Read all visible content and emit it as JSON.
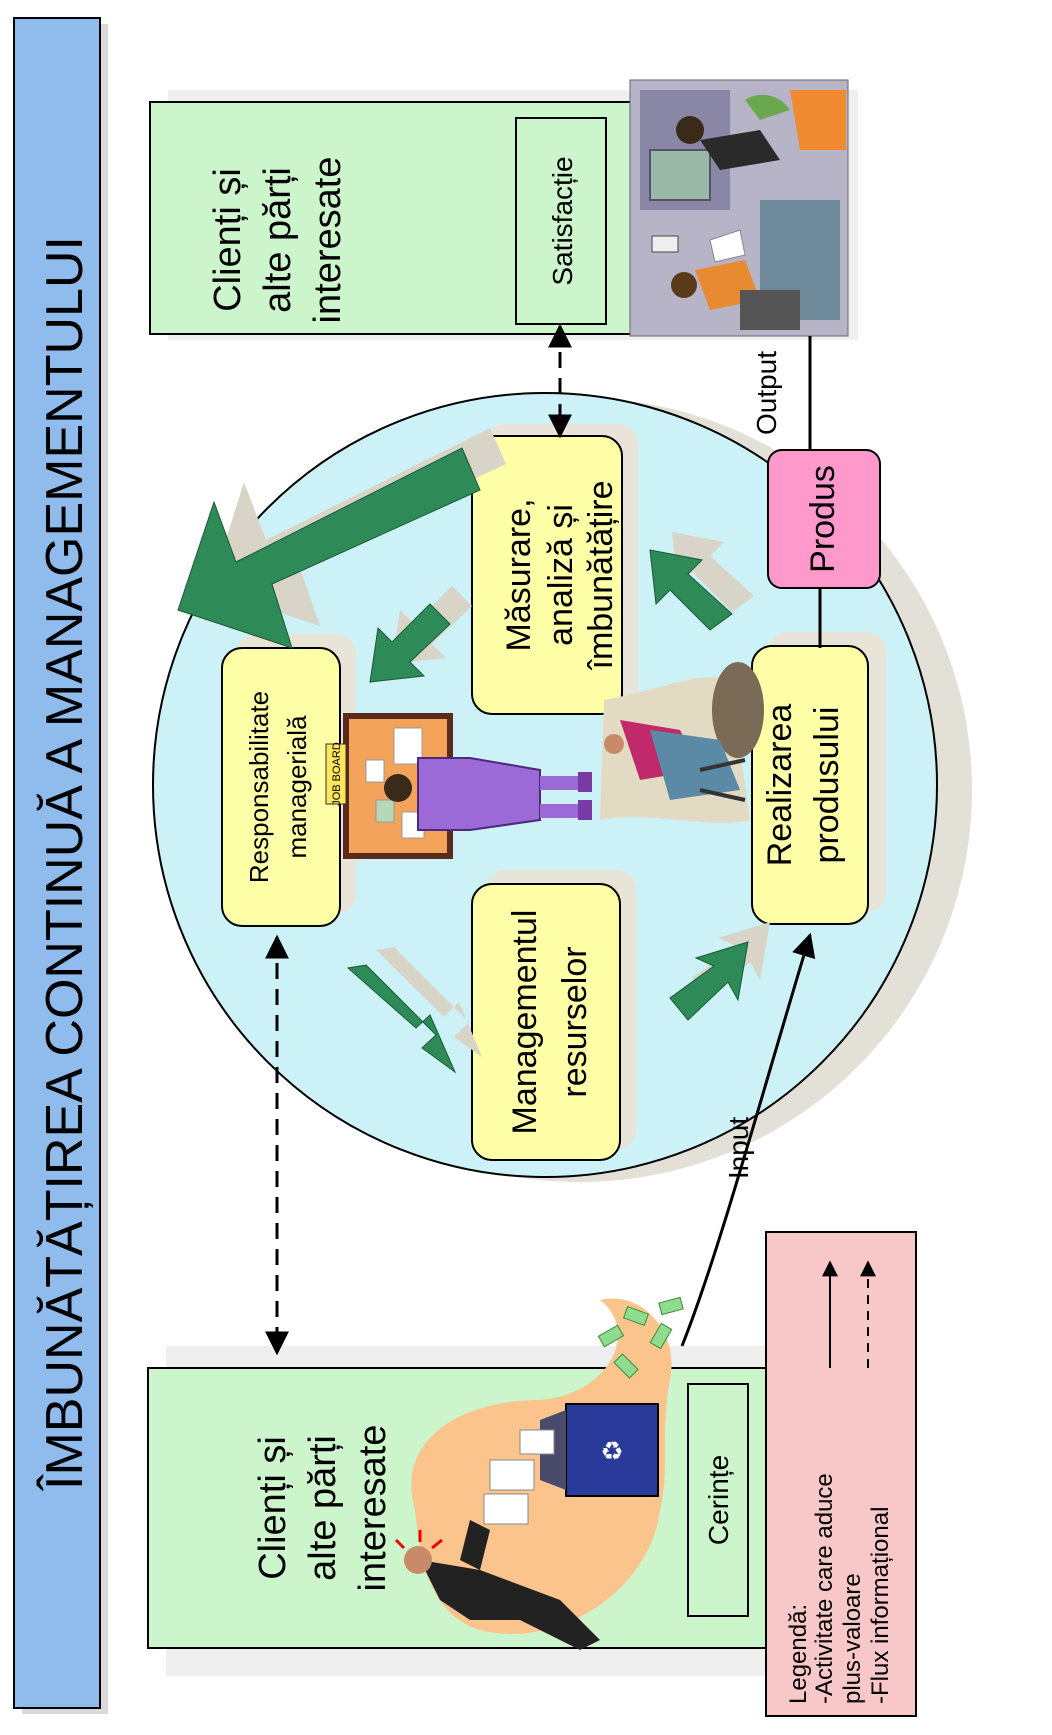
{
  "title": "ÎMBUNĂTĂȚIREA CONTINUĂ A MANAGEMENTULUI",
  "stakeholders_left": {
    "line1": "Clienți și",
    "line2": "alte părți",
    "line3": "interesate",
    "box_label": "Cerințe"
  },
  "stakeholders_right": {
    "line1": "Clienți și",
    "line2": "alte părți",
    "line3": "interesate",
    "box_label": "Satisfacție"
  },
  "process": {
    "management": {
      "line1": "Responsabilitate",
      "line2": "managerială"
    },
    "resources": {
      "line1": "Managementul",
      "line2": "resurselor"
    },
    "realization": {
      "line1": "Realizarea",
      "line2": "produsului"
    },
    "measurement": {
      "line1": "Măsurare,",
      "line2": "analiză și",
      "line3": "îmbunătățire"
    }
  },
  "product": "Produs",
  "input_label": "Input",
  "output_label": "Output",
  "job_board_label": "JOB BOARD",
  "legend": {
    "title": "Legendă:",
    "item1_line1": "-Activitate care aduce",
    "item1_line2": "plus-valoare",
    "item2": "-Flux informațional"
  },
  "colors": {
    "title_bg": "#8fbcec",
    "stakeholder_bg": "#ccf5cc",
    "circle_bg": "#ccf2f7",
    "process_box_bg": "#ffffa8",
    "product_bg": "#ff99cc",
    "legend_bg": "#f8c8c8",
    "arrow_green": "#2e8b57"
  }
}
